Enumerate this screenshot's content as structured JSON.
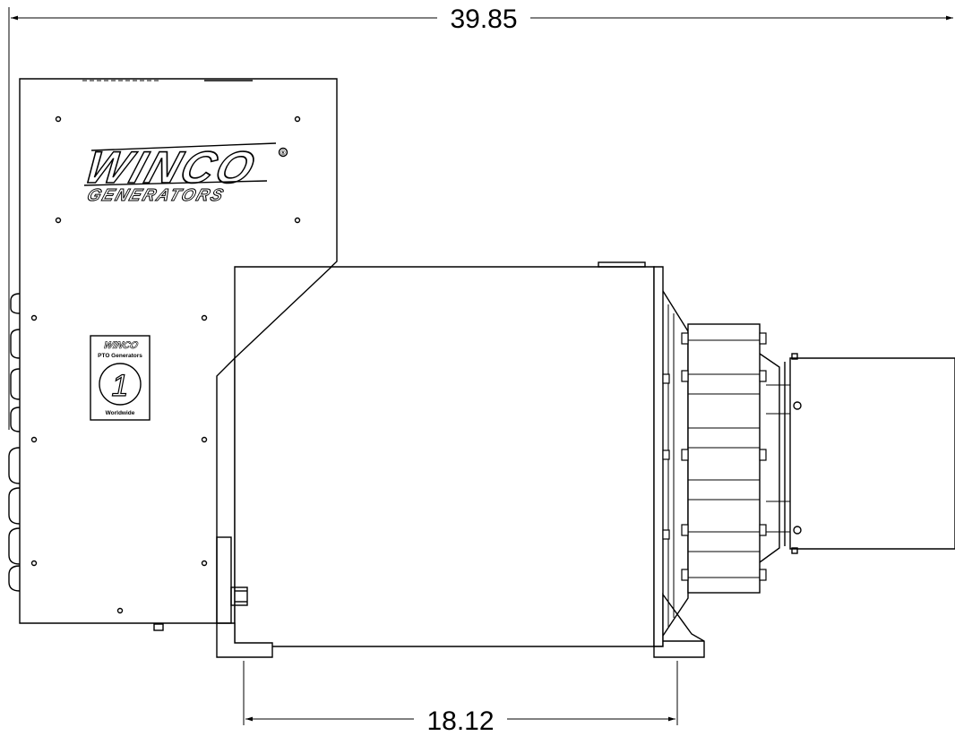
{
  "dimensions": {
    "overall_width": "39.85",
    "base_width": "18.12"
  },
  "brand": {
    "logo_text": "WINCO",
    "logo_subtext": "GENERATORS",
    "registered_mark": "®"
  },
  "badge": {
    "logo_text": "WINCO",
    "subtitle": "PTO Generators",
    "number": "1",
    "footer": "Worldwide"
  }
}
